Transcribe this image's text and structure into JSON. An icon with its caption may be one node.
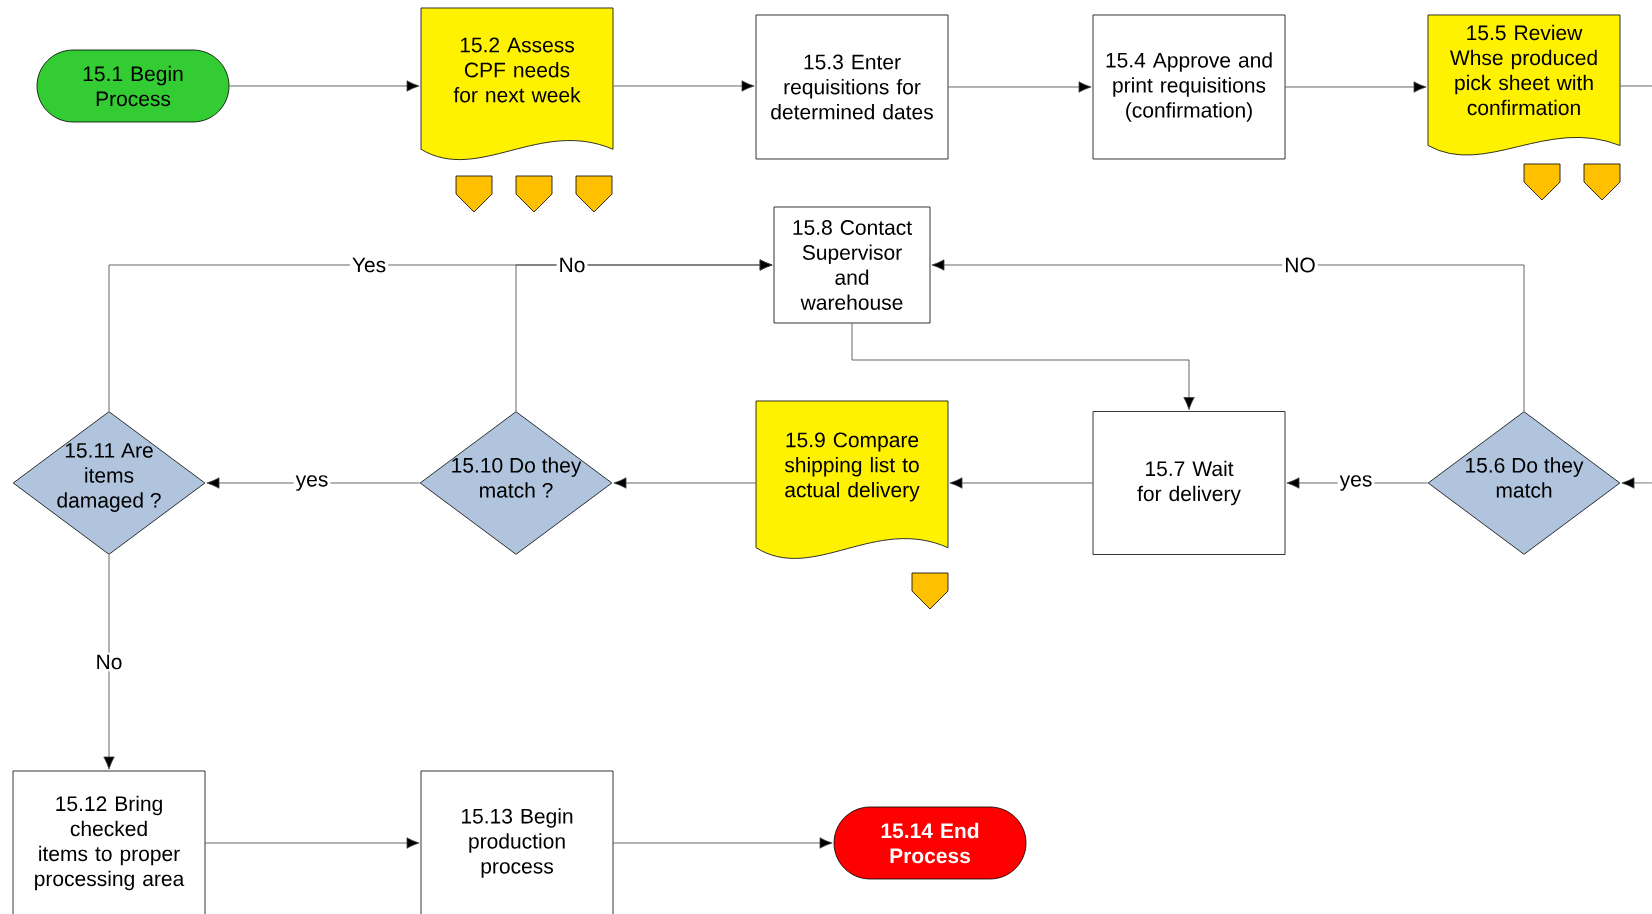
{
  "diagram": {
    "nodes": [
      {
        "text": [
          "15.1 Begin Process"
        ]
      },
      {
        "text": [
          "15.2 Assess CPF needs for next week"
        ]
      },
      {
        "text": [
          "15.3 Enter requisitions for determined dates"
        ]
      },
      {
        "text": [
          "15.4 Approve and print requisitions (confirmation)"
        ]
      },
      {
        "text": [
          "15.5 Review Whse produced pick sheet with confirmation"
        ]
      },
      {
        "text": [
          "15.6 Do they match"
        ]
      },
      {
        "text": [
          "15.7 Wait for delivery"
        ]
      },
      {
        "text": [
          "15.8 Contact Supervisor and warehouse"
        ]
      },
      {
        "text": [
          "15.9 Compare shipping list to actual delivery"
        ]
      },
      {
        "text": [
          "15.10 Do they match ?"
        ]
      },
      {
        "text": [
          "15.11 Are items damaged ?"
        ]
      },
      {
        "text": [
          "15.12 Bring checked items to proper processing area"
        ]
      },
      {
        "text": [
          "15.13 Begin production process"
        ]
      },
      {
        "text": [
          "15.14 End Process"
        ]
      }
    ],
    "edges": [
      {
        "from": 0,
        "to": 1,
        "arrow": "to"
      },
      {
        "from": 1,
        "to": 2,
        "arrow": "to"
      },
      {
        "from": 2,
        "to": 3,
        "arrow": "to"
      },
      {
        "from": 3,
        "to": 4,
        "arrow": "to"
      },
      {
        "from": 4,
        "to": null,
        "arrow": "none"
      },
      {
        "from": null,
        "to": 5,
        "arrow": "to"
      },
      {
        "from": 5,
        "to": 6,
        "label": "yes",
        "arrow": "to"
      },
      {
        "from": 5,
        "to": 7,
        "label": "NO",
        "arrow": "to"
      },
      {
        "from": 7,
        "to": 6,
        "arrow": "to"
      },
      {
        "from": 6,
        "to": 8,
        "arrow": "to"
      },
      {
        "from": 8,
        "to": 9,
        "arrow": "to"
      },
      {
        "from": 9,
        "to": 10,
        "label": "yes",
        "arrow": "to"
      },
      {
        "from": 9,
        "to": 7,
        "label": "No",
        "arrow": "to"
      },
      {
        "from": 10,
        "to": 7,
        "label": "Yes",
        "arrow": "to"
      },
      {
        "from": 10,
        "to": 11,
        "label": "No",
        "arrow": "to"
      },
      {
        "from": 11,
        "to": 12,
        "arrow": "to"
      },
      {
        "from": 12,
        "to": 13,
        "arrow": "to"
      }
    ]
  }
}
